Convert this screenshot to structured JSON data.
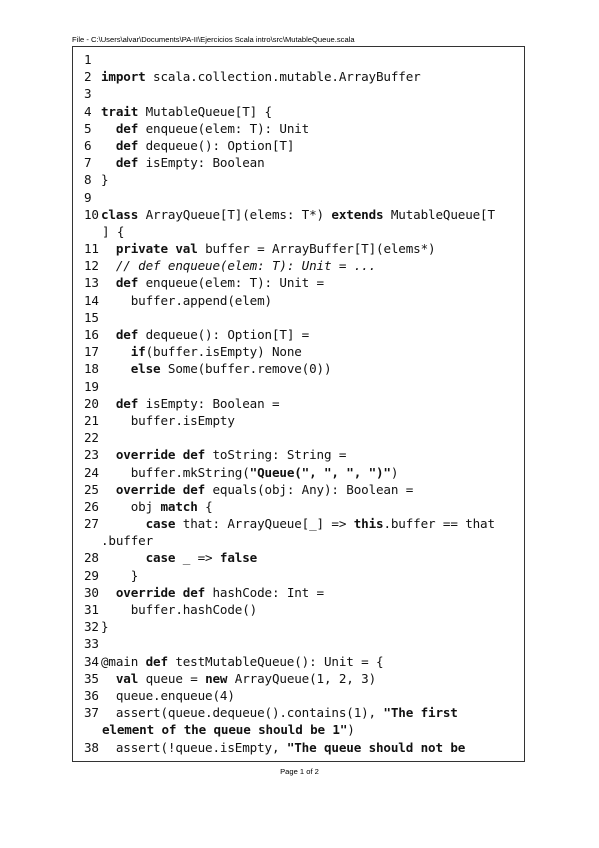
{
  "header": "File - C:\\Users\\alvar\\Documents\\PA-II\\Ejercicios Scala intro\\src\\MutableQueue.scala",
  "footer": "Page 1 of 2",
  "lines": [
    {
      "n": "1",
      "tokens": []
    },
    {
      "n": "2",
      "tokens": [
        [
          "kw",
          "import"
        ],
        [
          "t",
          " scala.collection.mutable.ArrayBuffer"
        ]
      ]
    },
    {
      "n": "3",
      "tokens": []
    },
    {
      "n": "4",
      "tokens": [
        [
          "kw",
          "trait"
        ],
        [
          "t",
          " MutableQueue[T] {"
        ]
      ]
    },
    {
      "n": "5",
      "tokens": [
        [
          "t",
          "  "
        ],
        [
          "kw",
          "def"
        ],
        [
          "t",
          " enqueue(elem: T): Unit"
        ]
      ]
    },
    {
      "n": "6",
      "tokens": [
        [
          "t",
          "  "
        ],
        [
          "kw",
          "def"
        ],
        [
          "t",
          " dequeue(): Option[T]"
        ]
      ]
    },
    {
      "n": "7",
      "tokens": [
        [
          "t",
          "  "
        ],
        [
          "kw",
          "def"
        ],
        [
          "t",
          " isEmpty: Boolean"
        ]
      ]
    },
    {
      "n": "8",
      "tokens": [
        [
          "t",
          "}"
        ]
      ]
    },
    {
      "n": "9",
      "tokens": []
    },
    {
      "n": "10",
      "tokens": [
        [
          "kw",
          "class"
        ],
        [
          "t",
          " ArrayQueue[T](elems: T*) "
        ],
        [
          "kw",
          "extends"
        ],
        [
          "t",
          " MutableQueue[T"
        ]
      ]
    },
    {
      "n": "",
      "cont": true,
      "tokens": [
        [
          "t",
          "] {"
        ]
      ]
    },
    {
      "n": "11",
      "tokens": [
        [
          "t",
          "  "
        ],
        [
          "kw",
          "private val"
        ],
        [
          "t",
          " buffer = ArrayBuffer[T](elems*)"
        ]
      ]
    },
    {
      "n": "12",
      "tokens": [
        [
          "t",
          "  "
        ],
        [
          "cm",
          "// def enqueue(elem: T): Unit = ..."
        ]
      ]
    },
    {
      "n": "13",
      "tokens": [
        [
          "t",
          "  "
        ],
        [
          "kw",
          "def"
        ],
        [
          "t",
          " enqueue(elem: T): Unit ="
        ]
      ]
    },
    {
      "n": "14",
      "tokens": [
        [
          "t",
          "    buffer.append(elem)"
        ]
      ]
    },
    {
      "n": "15",
      "tokens": []
    },
    {
      "n": "16",
      "tokens": [
        [
          "t",
          "  "
        ],
        [
          "kw",
          "def"
        ],
        [
          "t",
          " dequeue(): Option[T] ="
        ]
      ]
    },
    {
      "n": "17",
      "tokens": [
        [
          "t",
          "    "
        ],
        [
          "kw",
          "if"
        ],
        [
          "t",
          "(buffer.isEmpty) None"
        ]
      ]
    },
    {
      "n": "18",
      "tokens": [
        [
          "t",
          "    "
        ],
        [
          "kw",
          "else"
        ],
        [
          "t",
          " Some(buffer.remove(0))"
        ]
      ]
    },
    {
      "n": "19",
      "tokens": []
    },
    {
      "n": "20",
      "tokens": [
        [
          "t",
          "  "
        ],
        [
          "kw",
          "def"
        ],
        [
          "t",
          " isEmpty: Boolean ="
        ]
      ]
    },
    {
      "n": "21",
      "tokens": [
        [
          "t",
          "    buffer.isEmpty"
        ]
      ]
    },
    {
      "n": "22",
      "tokens": []
    },
    {
      "n": "23",
      "tokens": [
        [
          "t",
          "  "
        ],
        [
          "kw",
          "override def"
        ],
        [
          "t",
          " toString: String ="
        ]
      ]
    },
    {
      "n": "24",
      "tokens": [
        [
          "t",
          "    buffer.mkString("
        ],
        [
          "str",
          "\"Queue(\", \", \", \")\""
        ],
        [
          "t",
          ")"
        ]
      ]
    },
    {
      "n": "25",
      "tokens": [
        [
          "t",
          "  "
        ],
        [
          "kw",
          "override def"
        ],
        [
          "t",
          " equals(obj: Any): Boolean ="
        ]
      ]
    },
    {
      "n": "26",
      "tokens": [
        [
          "t",
          "    obj "
        ],
        [
          "kw",
          "match"
        ],
        [
          "t",
          " {"
        ]
      ]
    },
    {
      "n": "27",
      "tokens": [
        [
          "t",
          "      "
        ],
        [
          "kw",
          "case"
        ],
        [
          "t",
          " that: ArrayQueue[_] => "
        ],
        [
          "kw",
          "this"
        ],
        [
          "t",
          ".buffer == that"
        ]
      ]
    },
    {
      "n": "",
      "cont": true,
      "outdent": true,
      "tokens": [
        [
          "t",
          ".buffer"
        ]
      ]
    },
    {
      "n": "28",
      "tokens": [
        [
          "t",
          "      "
        ],
        [
          "kw",
          "case"
        ],
        [
          "t",
          " _ => "
        ],
        [
          "kw",
          "false"
        ]
      ]
    },
    {
      "n": "29",
      "tokens": [
        [
          "t",
          "    }"
        ]
      ]
    },
    {
      "n": "30",
      "tokens": [
        [
          "t",
          "  "
        ],
        [
          "kw",
          "override def"
        ],
        [
          "t",
          " hashCode: Int ="
        ]
      ]
    },
    {
      "n": "31",
      "tokens": [
        [
          "t",
          "    buffer.hashCode()"
        ]
      ]
    },
    {
      "n": "32",
      "tokens": [
        [
          "t",
          "}"
        ]
      ]
    },
    {
      "n": "33",
      "tokens": []
    },
    {
      "n": "34",
      "tokens": [
        [
          "t",
          "@main "
        ],
        [
          "kw",
          "def"
        ],
        [
          "t",
          " testMutableQueue(): Unit = {"
        ]
      ]
    },
    {
      "n": "35",
      "tokens": [
        [
          "t",
          "  "
        ],
        [
          "kw",
          "val"
        ],
        [
          "t",
          " queue = "
        ],
        [
          "kw",
          "new"
        ],
        [
          "t",
          " ArrayQueue(1, 2, 3)"
        ]
      ]
    },
    {
      "n": "36",
      "tokens": [
        [
          "t",
          "  queue.enqueue(4)"
        ]
      ]
    },
    {
      "n": "37",
      "tokens": [
        [
          "t",
          "  assert(queue.dequeue().contains(1), "
        ],
        [
          "str",
          "\"The first"
        ]
      ]
    },
    {
      "n": "",
      "cont": true,
      "tokens": [
        [
          "str",
          "element of the queue should be 1\""
        ],
        [
          "t",
          ")"
        ]
      ]
    },
    {
      "n": "38",
      "tokens": [
        [
          "t",
          "  assert(!queue.isEmpty, "
        ],
        [
          "str",
          "\"The queue should not be"
        ]
      ]
    }
  ]
}
